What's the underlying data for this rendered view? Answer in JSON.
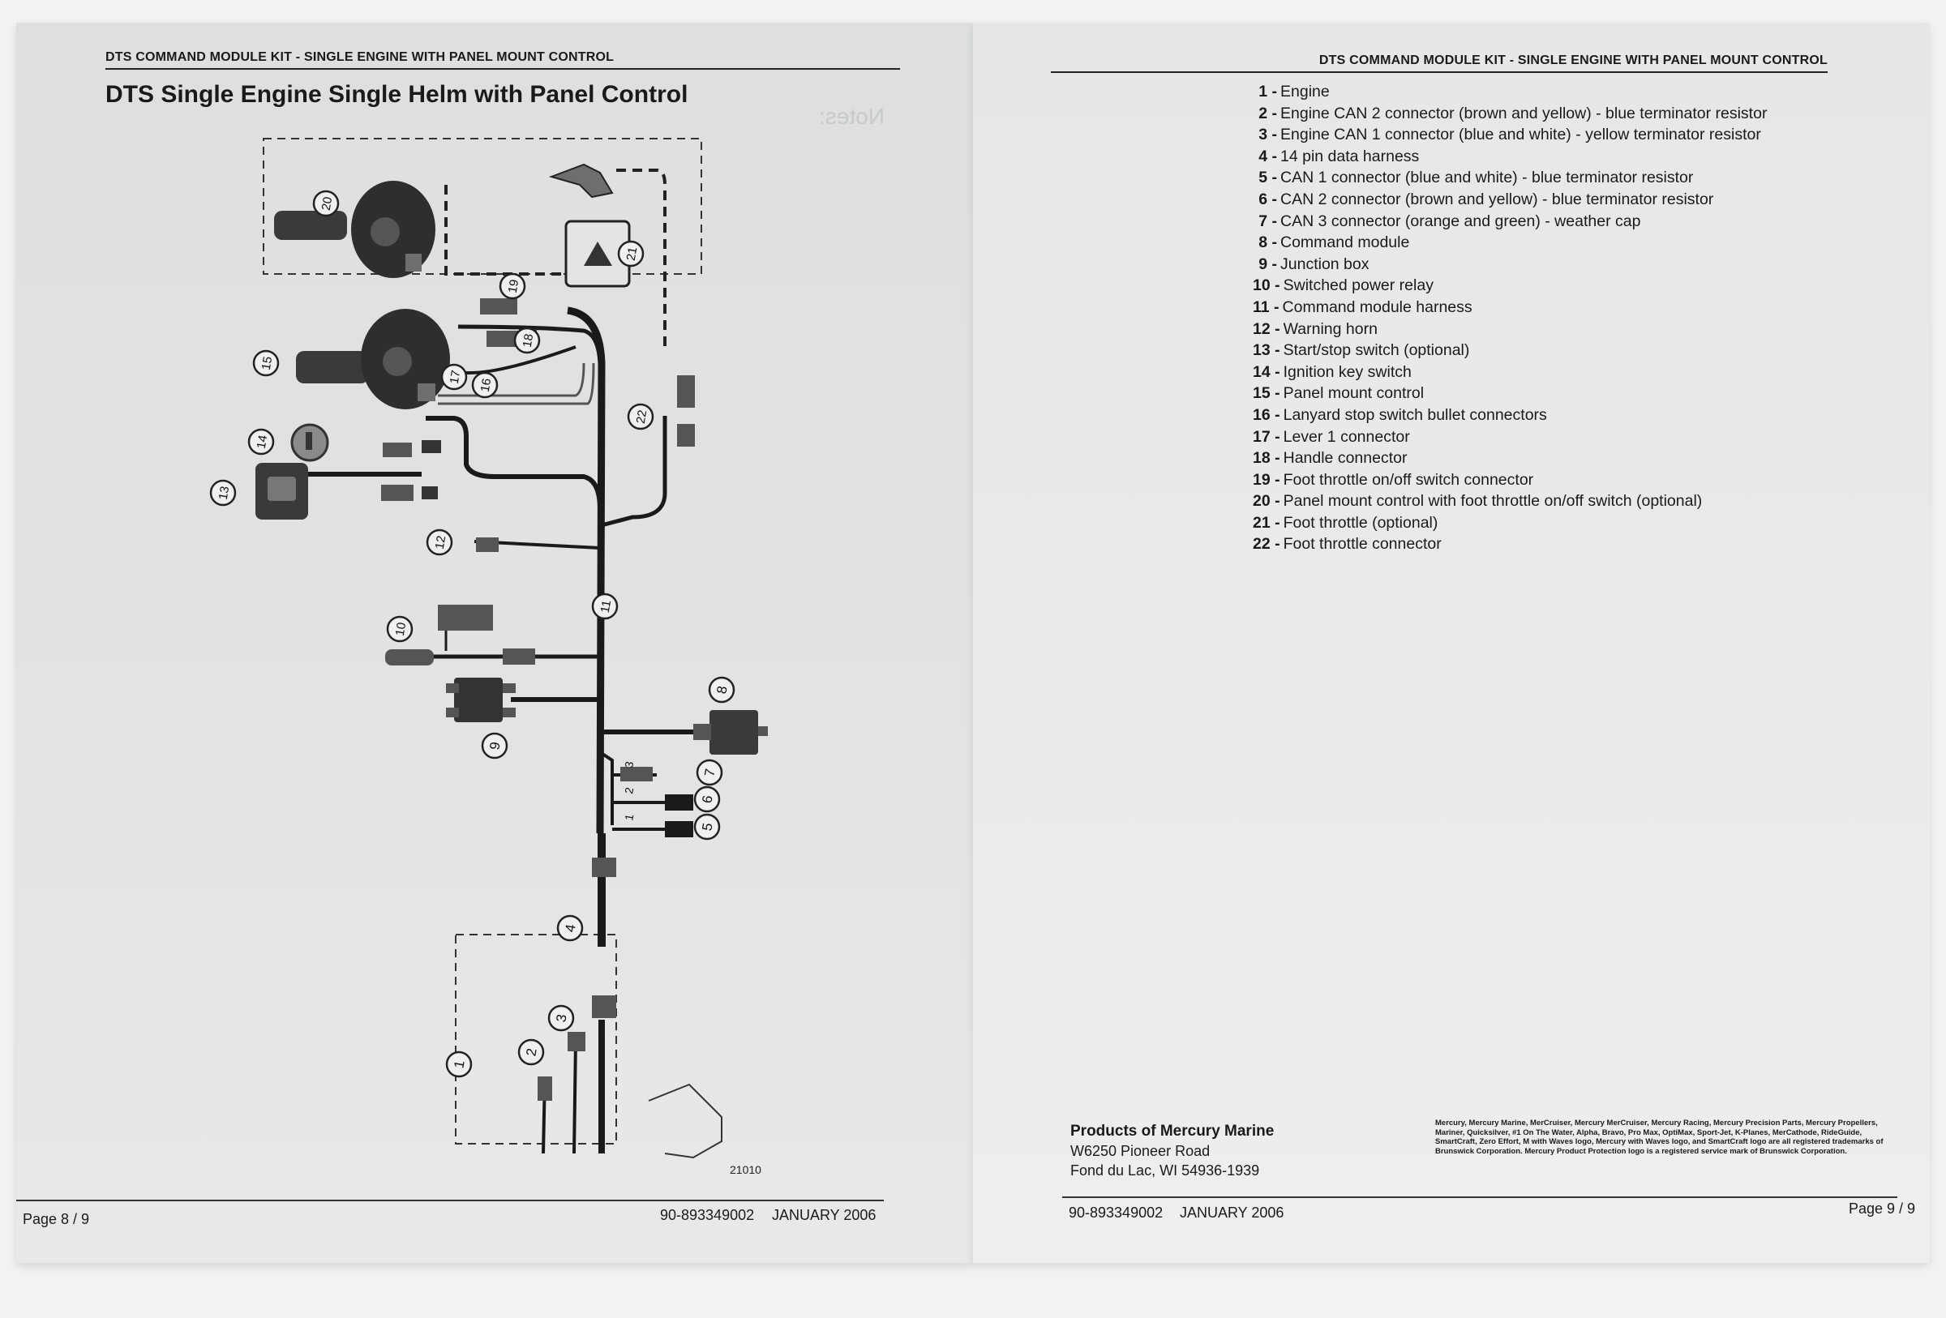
{
  "left_page": {
    "running_head": "DTS COMMAND MODULE KIT - SINGLE ENGINE WITH PANEL MOUNT CONTROL",
    "title": "DTS Single Engine Single Helm with Panel Control",
    "notes_showthrough": "Notes:",
    "figure_code": "21010",
    "page_label": "Page 8 / 9",
    "doc_number": "90-893349002",
    "date": "JANUARY 2006",
    "callouts": [
      "1",
      "2",
      "3",
      "4",
      "5",
      "6",
      "7",
      "8",
      "9",
      "10",
      "11",
      "12",
      "13",
      "14",
      "15",
      "16",
      "17",
      "18",
      "19",
      "20",
      "21",
      "22"
    ],
    "can_labels": [
      "3",
      "2",
      "1"
    ]
  },
  "right_page": {
    "running_head": "DTS COMMAND MODULE KIT - SINGLE ENGINE WITH PANEL MOUNT CONTROL",
    "parts": [
      {
        "num": "1 -",
        "label": "Engine"
      },
      {
        "num": "2 -",
        "label": "Engine CAN 2 connector (brown and yellow) - blue terminator resistor"
      },
      {
        "num": "3 -",
        "label": "Engine CAN 1 connector (blue and white) - yellow terminator resistor"
      },
      {
        "num": "4 -",
        "label": "14 pin data harness"
      },
      {
        "num": "5 -",
        "label": "CAN 1 connector (blue and white) - blue terminator resistor"
      },
      {
        "num": "6 -",
        "label": "CAN 2 connector (brown and yellow) - blue terminator resistor"
      },
      {
        "num": "7 -",
        "label": "CAN 3 connector (orange and green) - weather cap"
      },
      {
        "num": "8 -",
        "label": "Command module"
      },
      {
        "num": "9 -",
        "label": "Junction box"
      },
      {
        "num": "10 -",
        "label": "Switched power relay"
      },
      {
        "num": "11 -",
        "label": "Command module harness"
      },
      {
        "num": "12 -",
        "label": "Warning horn"
      },
      {
        "num": "13 -",
        "label": "Start/stop switch (optional)"
      },
      {
        "num": "14 -",
        "label": "Ignition key switch"
      },
      {
        "num": "15 -",
        "label": "Panel mount control"
      },
      {
        "num": "16 -",
        "label": "Lanyard stop switch bullet connectors"
      },
      {
        "num": "17 -",
        "label": "Lever 1 connector"
      },
      {
        "num": "18 -",
        "label": "Handle connector"
      },
      {
        "num": "19 -",
        "label": "Foot throttle on/off switch connector"
      },
      {
        "num": "20 -",
        "label": "Panel mount control with foot throttle on/off switch (optional)"
      },
      {
        "num": "21 -",
        "label": "Foot throttle (optional)"
      },
      {
        "num": "22 -",
        "label": "Foot throttle connector"
      }
    ],
    "company": {
      "title": "Products of Mercury Marine",
      "address1": "W6250 Pioneer Road",
      "address2": "Fond du Lac, WI 54936-1939"
    },
    "legal_text": "Mercury, Mercury Marine, MerCruiser, Mercury MerCruiser, Mercury Racing, Mercury Precision Parts, Mercury Propellers, Mariner, Quicksilver, #1 On The Water, Alpha, Bravo, Pro Max, OptiMax, Sport-Jet, K-Planes, MerCathode, RideGuide, SmartCraft, Zero Effort, M with Waves logo, Mercury with Waves logo, and SmartCraft logo are all registered trademarks of Brunswick Corporation. Mercury Product Protection logo is a registered service mark of Brunswick Corporation.",
    "doc_number": "90-893349002",
    "date": "JANUARY 2006",
    "page_label": "Page 9 / 9"
  },
  "colors": {
    "ink": "#1a1a1a",
    "component_dark": "#3a3a3a",
    "component_mid": "#6e6e6e",
    "page_left": "#e0e2e1",
    "page_right": "#ebebea"
  }
}
